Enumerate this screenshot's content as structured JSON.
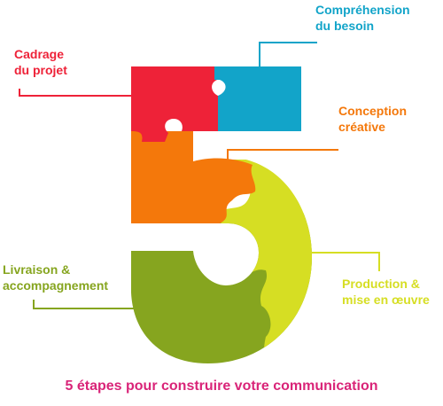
{
  "colors": {
    "cadrage": "#ee2238",
    "comprehension": "#12a4c9",
    "conception": "#f4780b",
    "production": "#d6de23",
    "livraison": "#86a51f",
    "caption": "#d92478"
  },
  "steps": [
    {
      "id": "cadrage",
      "line1": "Cadrage",
      "line2": "du projet"
    },
    {
      "id": "comprehension",
      "line1": "Compréhension",
      "line2": "du besoin"
    },
    {
      "id": "conception",
      "line1": "Conception",
      "line2": "créative"
    },
    {
      "id": "production",
      "line1": "Production &",
      "line2": "mise en œuvre"
    },
    {
      "id": "livraison",
      "line1": "Livraison &",
      "line2": "accompagnement"
    }
  ],
  "caption": "5 étapes pour construire votre communication"
}
